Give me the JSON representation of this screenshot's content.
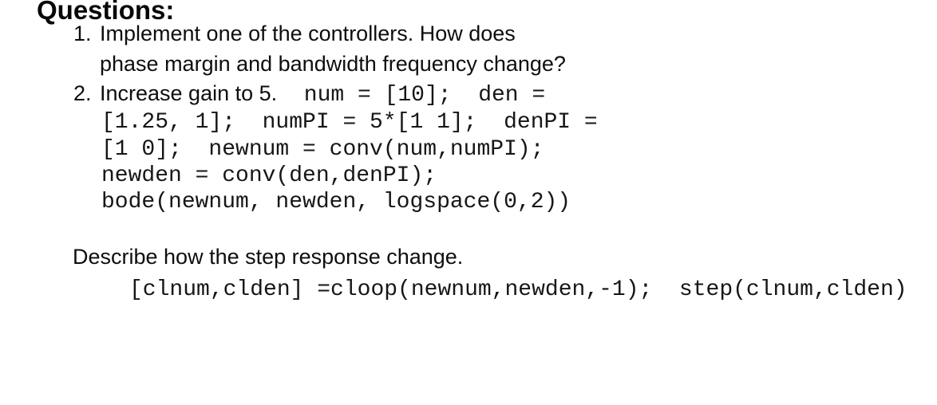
{
  "colors": {
    "background": "#ffffff",
    "text": "#0e0e0e"
  },
  "slide": {
    "heading": "Questions:",
    "questions": [
      {
        "number": "1.",
        "line1": "Implement one of the controllers. How does",
        "line2": "phase margin and bandwidth frequency change?"
      },
      {
        "number": "2.",
        "intro": "Increase gain to 5.",
        "inline_code": "  num = [10];  den =",
        "code_lines": [
          "[1.25, 1];  numPI = 5*[1 1];  denPI =",
          "[1 0];  newnum = conv(num,numPI);",
          "newden = conv(den,denPI);",
          "bode(newnum, newden, logspace(0,2))"
        ]
      }
    ],
    "followup": {
      "prompt": "Describe how the step response change.",
      "code": "[clnum,clden] =cloop(newnum,newden,-1);  step(clnum,clden)"
    }
  }
}
